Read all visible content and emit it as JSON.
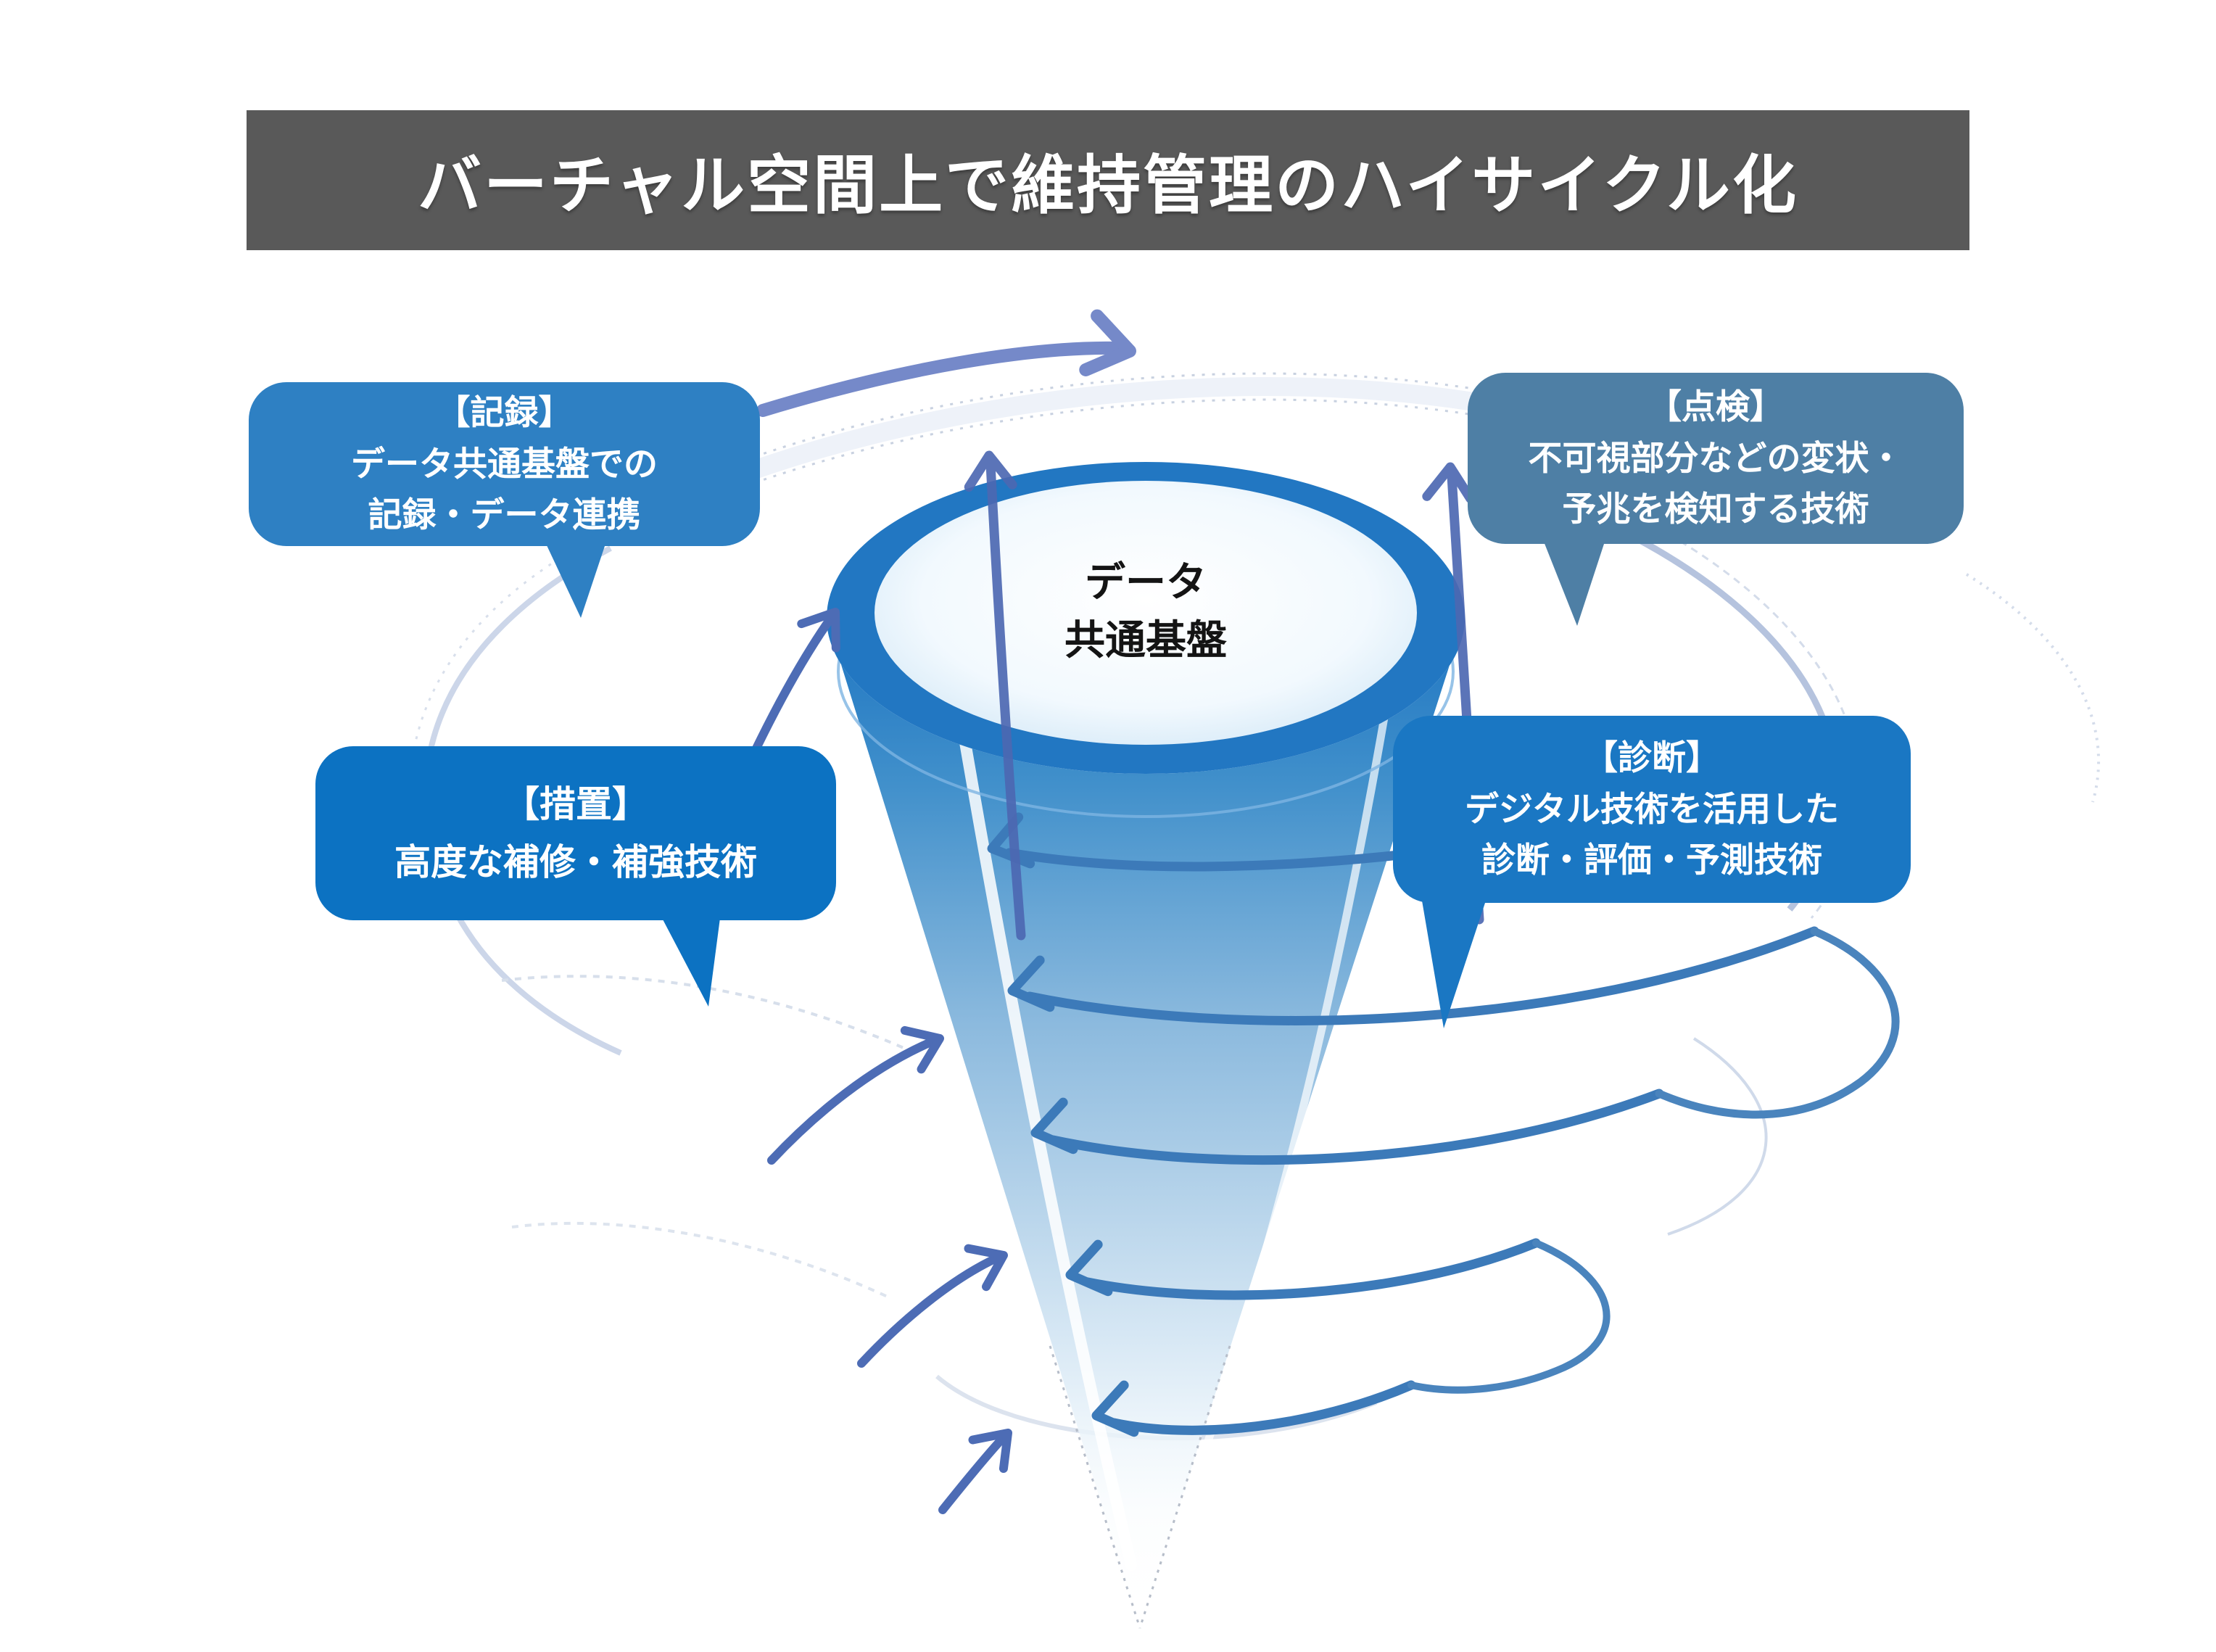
{
  "title": {
    "text": "バーチャル空間上で維持管理のハイサイクル化"
  },
  "funnel": {
    "label_line1": "データ",
    "label_line2": "共通基盤"
  },
  "callouts": {
    "kiroku": {
      "heading": "【記録】",
      "line1": "データ共通基盤での",
      "line2": "記録・データ連携"
    },
    "tenken": {
      "heading": "【点検】",
      "line1": "不可視部分などの変状・",
      "line2": "予兆を検知する技術"
    },
    "sochi": {
      "heading": "【措置】",
      "line1": "高度な補修・補強技術"
    },
    "shindan": {
      "heading": "【診断】",
      "line1": "デジタル技術を活用した",
      "line2": "診断・評価・予測技術"
    }
  },
  "colors": {
    "banner_bg": "#595959",
    "banner_text": "#ffffff",
    "kiroku_box": "#2e80c3",
    "tenken_box": "#4e7fa5",
    "sochi_box": "#0c72c2",
    "shindan_box": "#1a77c3",
    "funnel_rim": "#2277c2",
    "spiral_arrow": "#3c7ab9",
    "upward_arrow": "#4d6cb5",
    "top_cycle_arrow": "#7589c9"
  }
}
